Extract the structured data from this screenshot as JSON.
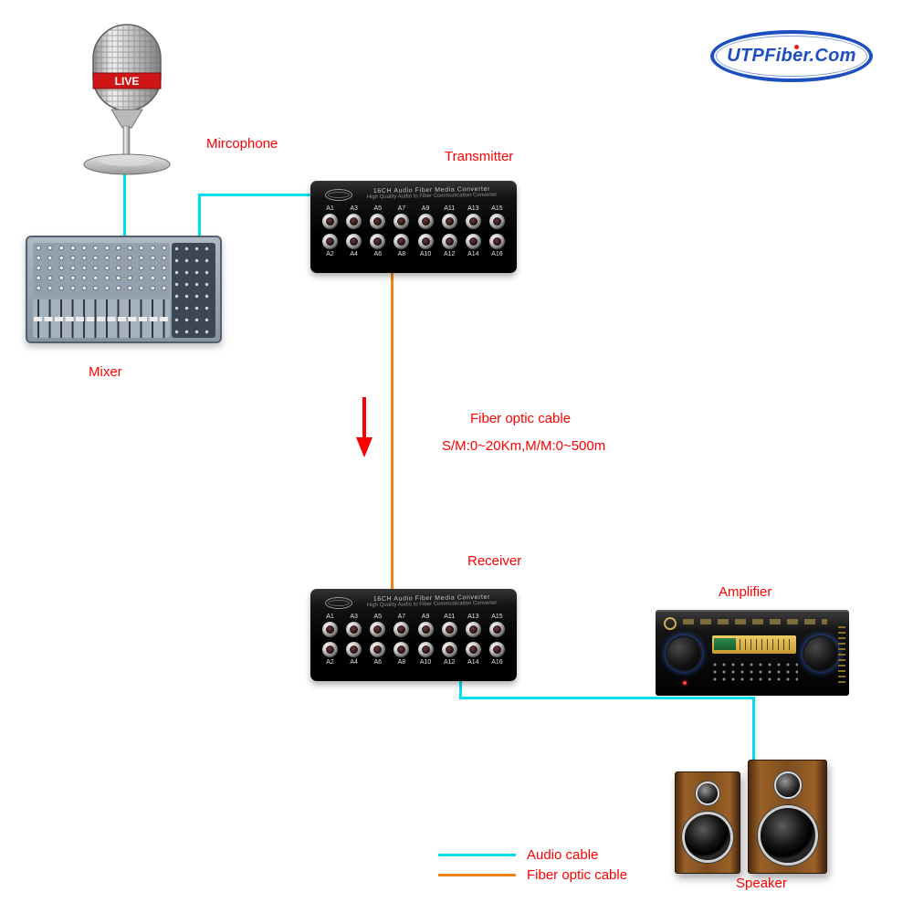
{
  "logo": {
    "text": "UTPFiber.Com"
  },
  "microphone": {
    "label": "Mircophone",
    "live": "LIVE"
  },
  "mixer": {
    "label": "Mixer"
  },
  "transmitter": {
    "label": "Transmitter",
    "title": "16CH Audio Fiber Media Converter",
    "subtitle": "High Quality Audio to Fiber Communication Converter",
    "ports_top": [
      "A1",
      "A3",
      "A5",
      "A7",
      "A9",
      "A11",
      "A13",
      "A15"
    ],
    "ports_bottom": [
      "A2",
      "A4",
      "A6",
      "A8",
      "A10",
      "A12",
      "A14",
      "A16"
    ]
  },
  "receiver": {
    "label": "Receiver",
    "title": "16CH Audio Fiber Media Converter",
    "subtitle": "High Quality Audio to Fiber Communication Converter",
    "ports_top": [
      "A1",
      "A3",
      "A5",
      "A7",
      "A9",
      "A11",
      "A13",
      "A15"
    ],
    "ports_bottom": [
      "A2",
      "A4",
      "A6",
      "A8",
      "A10",
      "A12",
      "A14",
      "A16"
    ]
  },
  "fiber": {
    "title": "Fiber optic cable",
    "spec": "S/M:0~20Km,M/M:0~500m"
  },
  "amplifier": {
    "label": "Amplifier"
  },
  "speaker": {
    "label": "Speaker"
  },
  "legend": {
    "audio": "Audio cable",
    "fiber": "Fiber optic cable"
  },
  "colors": {
    "label_red": "#fe0000",
    "audio_cable_cyan": "#00dff2",
    "fiber_cable_orange": "#f08519",
    "logo_blue": "#1d4fc0",
    "mic_band_red": "#cf1616"
  }
}
